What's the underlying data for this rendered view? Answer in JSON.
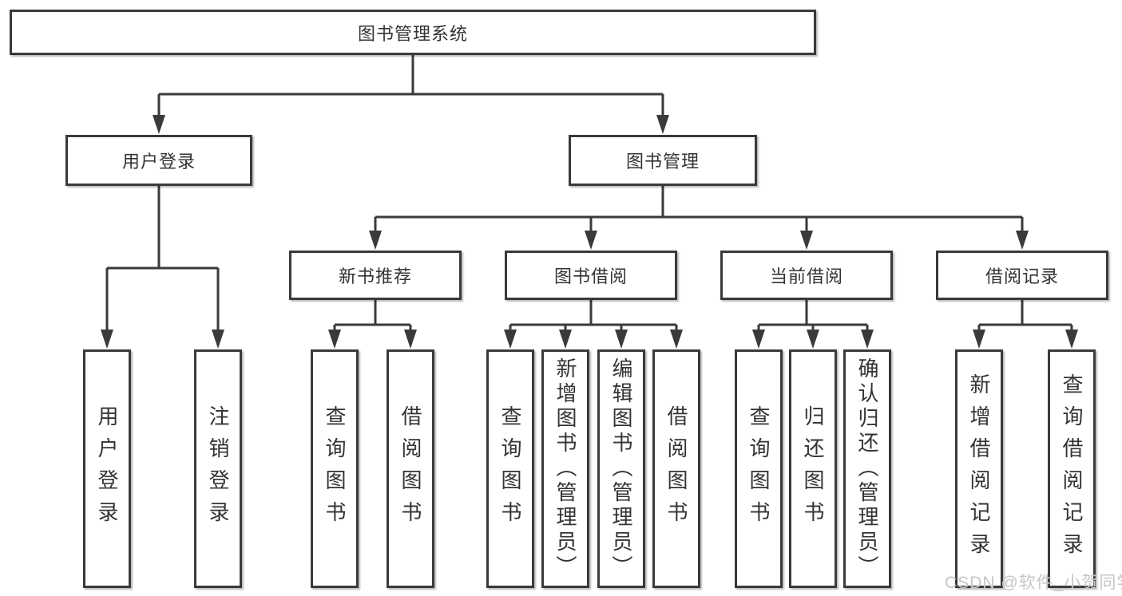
{
  "diagram": {
    "root": "图书管理系统",
    "level2": [
      "用户登录",
      "图书管理"
    ],
    "level3": [
      "新书推荐",
      "图书借阅",
      "当前借阅",
      "借阅记录"
    ],
    "leaves": {
      "user_login": [
        "用户登录",
        "注销登录"
      ],
      "new_books": [
        "查询图书",
        "借阅图书"
      ],
      "book_borrow": [
        "查询图书",
        "新增图书（管理员）",
        "编辑图书（管理员）",
        "借阅图书"
      ],
      "current_borrow": [
        "查询图书",
        "归还图书",
        "确认归还（管理员）"
      ],
      "borrow_records": [
        "新增借阅记录",
        "查询借阅记录"
      ]
    }
  },
  "watermark": "CSDN @软件_小贺同学",
  "colors": {
    "line": "#3a3a3a",
    "text": "#333333",
    "box_background": "#ffffff",
    "watermark": "#c6c6c6",
    "background": "#ffffff"
  }
}
